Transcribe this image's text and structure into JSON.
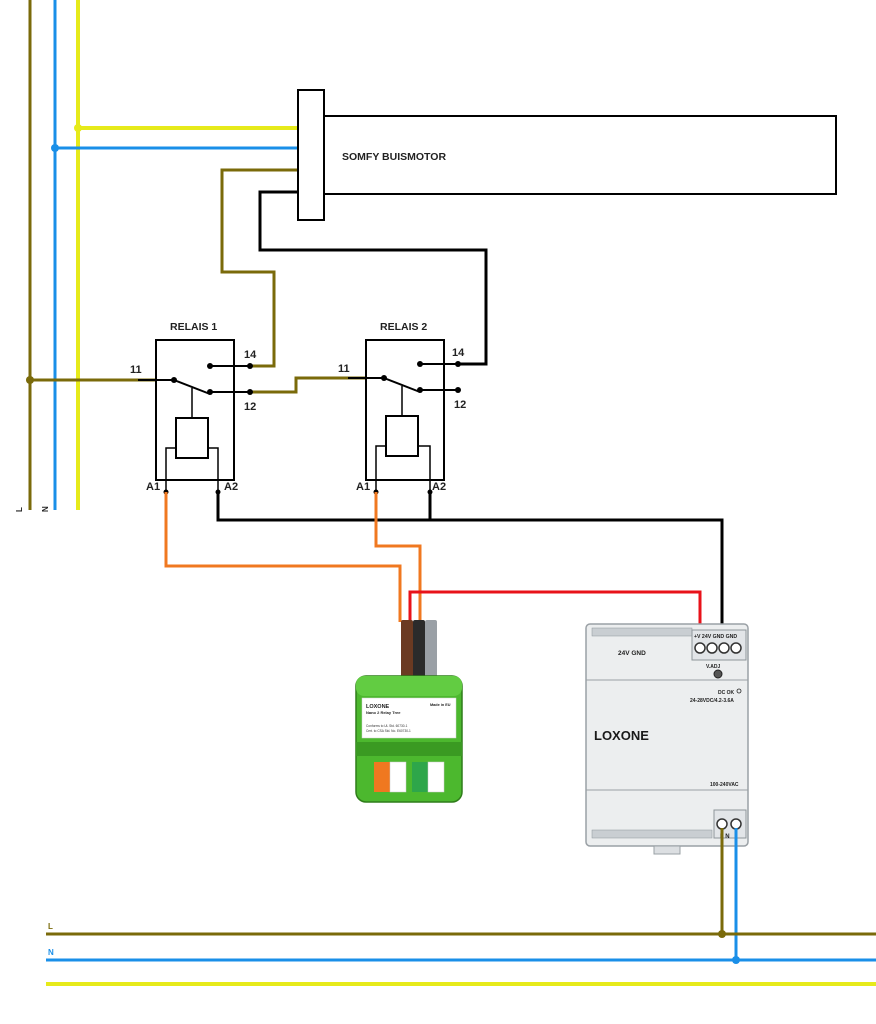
{
  "motor": {
    "label": "SOMFY BUISMOTOR"
  },
  "relais1": {
    "title": "RELAIS 1",
    "pin11": "11",
    "pin12": "12",
    "pin14": "14",
    "pinA1": "A1",
    "pinA2": "A2"
  },
  "relais2": {
    "title": "RELAIS 2",
    "pin11": "11",
    "pin12": "12",
    "pin14": "14",
    "pinA1": "A1",
    "pinA2": "A2"
  },
  "bus_top": {
    "L": "L",
    "N": "N"
  },
  "bus_bottom": {
    "L": "L",
    "N": "N"
  },
  "relay_tree": {
    "brand": "LOXONE",
    "model": "Nano 2 Relay Tree",
    "made_in": "Made in EU",
    "line1": "Conforms to UL Std. 60730-1",
    "line2": "Cert. to CSA Std. No. E60730-1"
  },
  "psu": {
    "brand": "LOXONE",
    "terminals_top": "+V  24V  GND  GND",
    "gnd_label": "24V GND",
    "vadj": "V.ADJ",
    "dc_ok": "DC OK",
    "rating_out": "24-28VDC/4.2-3.6A",
    "rating_in": "100-240VAC",
    "terminals_bottom": "L  N"
  },
  "colors": {
    "L": "#7a6a0a",
    "N": "#1a8fe8",
    "PE": "#e6ea1a",
    "switched": "#000000",
    "orange": "#f07820",
    "red": "#e8121a",
    "module_green": "#4cb82e",
    "psu_grey": "#eceeef"
  }
}
